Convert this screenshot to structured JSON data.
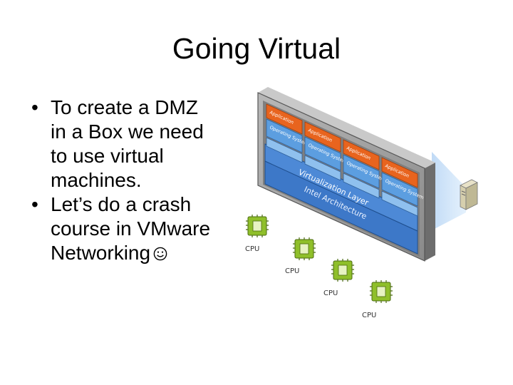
{
  "title": "Going Virtual",
  "bullets": [
    {
      "lines": [
        "To create a DMZ",
        "in a Box we need",
        "to use virtual",
        "machines."
      ]
    },
    {
      "lines": [
        "Let’s do a crash",
        "course in VMware",
        "Networking"
      ]
    }
  ],
  "diagram": {
    "app_label": "Application",
    "os_label": "Operating System",
    "layer1": "Virtualization Layer",
    "layer2": "Intel Architecture",
    "cpu_label": "CPU",
    "colors": {
      "app": "#e8641e",
      "os": "#5c9ee0",
      "layer": "#3d78c8",
      "frame": "#9a9a9a",
      "cpu": "#8fbf2a"
    }
  }
}
